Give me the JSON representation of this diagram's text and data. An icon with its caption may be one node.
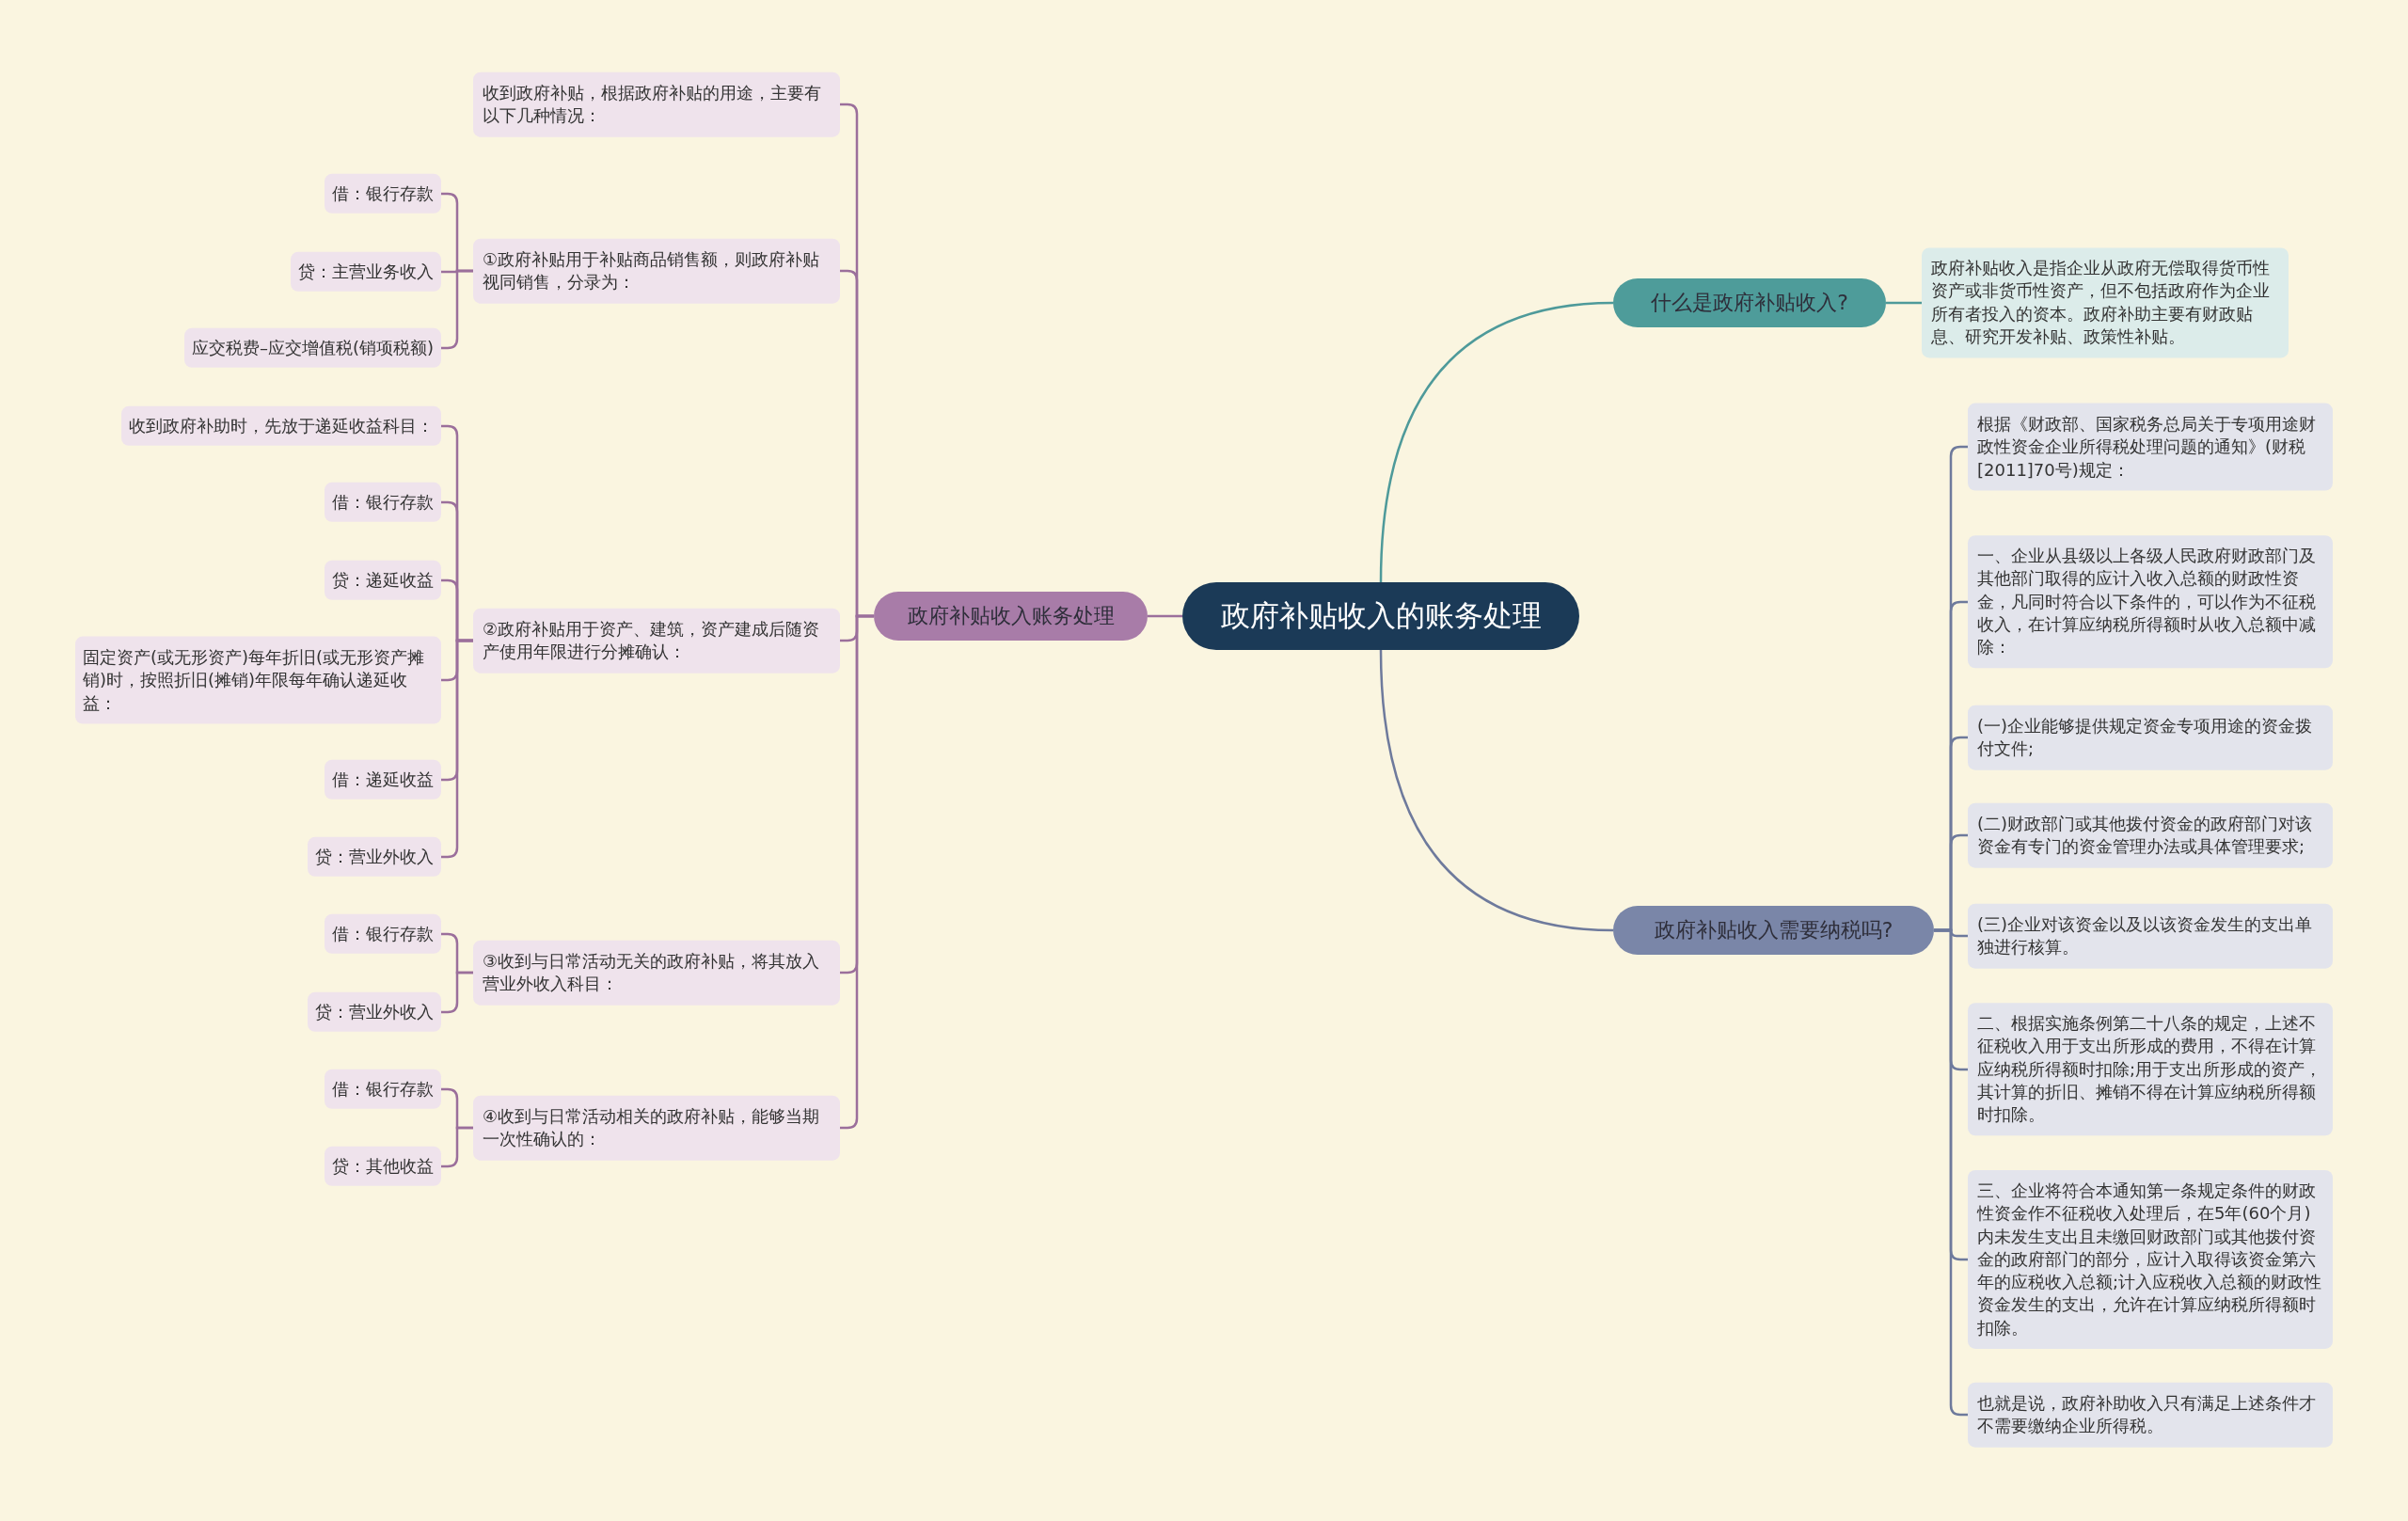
{
  "diagram": {
    "nodes": [
      {
        "text": [
          "政府补贴收入的账务处理"
        ]
      },
      {
        "text": [
          "政府补贴收入账务处理"
        ]
      },
      {
        "text": [
          "什么是政府补贴收入?"
        ]
      },
      {
        "text": [
          "政府补贴收入需要纳税吗?"
        ]
      },
      {
        "text": [
          "收到政府补贴，根据政府补贴的用途，主要有以下几种情况："
        ]
      },
      {
        "text": [
          "①政府补贴用于补贴商品销售额，则政府补贴视同销售，分录为："
        ]
      },
      {
        "text": [
          "②政府补贴用于资产、建筑，资产建成后随资产使用年限进行分摊确认："
        ]
      },
      {
        "text": [
          "③收到与日常活动无关的政府补贴，将其放入营业外收入科目："
        ]
      },
      {
        "text": [
          "④收到与日常活动相关的政府补贴，能够当期一次性确认的："
        ]
      },
      {
        "text": [
          "借：银行存款"
        ]
      },
      {
        "text": [
          "贷：主营业务收入"
        ]
      },
      {
        "text": [
          "应交税费–应交增值税(销项税额)"
        ]
      },
      {
        "text": [
          "收到政府补助时，先放于递延收益科目："
        ]
      },
      {
        "text": [
          "借：银行存款"
        ]
      },
      {
        "text": [
          "贷：递延收益"
        ]
      },
      {
        "text": [
          "固定资产(或无形资产)每年折旧(或无形资产摊销)时，按照折旧(摊销)年限每年确认递延收益："
        ]
      },
      {
        "text": [
          "借：递延收益"
        ]
      },
      {
        "text": [
          "贷：营业外收入"
        ]
      },
      {
        "text": [
          "借：银行存款"
        ]
      },
      {
        "text": [
          "贷：营业外收入"
        ]
      },
      {
        "text": [
          "借：银行存款"
        ]
      },
      {
        "text": [
          "贷：其他收益"
        ]
      },
      {
        "text": [
          "政府补贴收入是指企业从政府无偿取得货币性资产或非货币性资产，但不包括政府作为企业所有者投入的资本。政府补助主要有财政贴息、研究开发补贴、政策性补贴。"
        ]
      },
      {
        "text": [
          "根据《财政部、国家税务总局关于专项用途财政性资金企业所得税处理问题的通知》(财税[2011]70号)规定："
        ]
      },
      {
        "text": [
          "一、企业从县级以上各级人民政府财政部门及其他部门取得的应计入收入总额的财政性资金，凡同时符合以下条件的，可以作为不征税收入，在计算应纳税所得额时从收入总额中减除："
        ]
      },
      {
        "text": [
          "(一)企业能够提供规定资金专项用途的资金拨付文件;"
        ]
      },
      {
        "text": [
          "(二)财政部门或其他拨付资金的政府部门对该资金有专门的资金管理办法或具体管理要求;"
        ]
      },
      {
        "text": [
          "(三)企业对该资金以及以该资金发生的支出单独进行核算。"
        ]
      },
      {
        "text": [
          "二、根据实施条例第二十八条的规定，上述不征税收入用于支出所形成的费用，不得在计算应纳税所得额时扣除;用于支出所形成的资产，其计算的折旧、摊销不得在计算应纳税所得额时扣除。"
        ]
      },
      {
        "text": [
          "三、企业将符合本通知第一条规定条件的财政性资金作不征税收入处理后，在5年(60个月)内未发生支出且未缴回财政部门或其他拨付资金的政府部门的部分，应计入取得该资金第六年的应税收入总额;计入应税收入总额的财政性资金发生的支出，允许在计算应纳税所得额时扣除。"
        ]
      },
      {
        "text": [
          "也就是说，政府补助收入只有满足上述条件才不需要缴纳企业所得税。"
        ]
      }
    ],
    "edges": [
      {
        "from": 0,
        "to": 1,
        "arrow": "none"
      },
      {
        "from": 0,
        "to": 2,
        "arrow": "none",
        "color": "#4e9a9a"
      },
      {
        "from": 0,
        "to": 3,
        "arrow": "none",
        "color": "#6e7a9c"
      },
      {
        "from": 1,
        "to": 4,
        "arrow": "none"
      },
      {
        "from": 1,
        "to": 5,
        "arrow": "none"
      },
      {
        "from": 1,
        "to": 6,
        "arrow": "none"
      },
      {
        "from": 1,
        "to": 7,
        "arrow": "none"
      },
      {
        "from": 1,
        "to": 8,
        "arrow": "none"
      },
      {
        "from": 5,
        "to": 9,
        "arrow": "none"
      },
      {
        "from": 5,
        "to": 10,
        "arrow": "none"
      },
      {
        "from": 5,
        "to": 11,
        "arrow": "none"
      },
      {
        "from": 6,
        "to": 12,
        "arrow": "none"
      },
      {
        "from": 6,
        "to": 13,
        "arrow": "none"
      },
      {
        "from": 6,
        "to": 14,
        "arrow": "none"
      },
      {
        "from": 6,
        "to": 15,
        "arrow": "none"
      },
      {
        "from": 6,
        "to": 16,
        "arrow": "none"
      },
      {
        "from": 6,
        "to": 17,
        "arrow": "none"
      },
      {
        "from": 7,
        "to": 18,
        "arrow": "none"
      },
      {
        "from": 7,
        "to": 19,
        "arrow": "none"
      },
      {
        "from": 8,
        "to": 20,
        "arrow": "none"
      },
      {
        "from": 8,
        "to": 21,
        "arrow": "none"
      },
      {
        "from": 2,
        "to": 22,
        "arrow": "none",
        "color": "#4e9a9a"
      },
      {
        "from": 3,
        "to": 23,
        "arrow": "none",
        "color": "#6e7a9c"
      },
      {
        "from": 3,
        "to": 24,
        "arrow": "none",
        "color": "#6e7a9c"
      },
      {
        "from": 3,
        "to": 25,
        "arrow": "none",
        "color": "#6e7a9c"
      },
      {
        "from": 3,
        "to": 26,
        "arrow": "none",
        "color": "#6e7a9c"
      },
      {
        "from": 3,
        "to": 27,
        "arrow": "none",
        "color": "#6e7a9c"
      },
      {
        "from": 3,
        "to": 28,
        "arrow": "none",
        "color": "#6e7a9c"
      },
      {
        "from": 3,
        "to": 29,
        "arrow": "none",
        "color": "#6e7a9c"
      },
      {
        "from": 3,
        "to": 30,
        "arrow": "none",
        "color": "#6e7a9c"
      }
    ]
  }
}
